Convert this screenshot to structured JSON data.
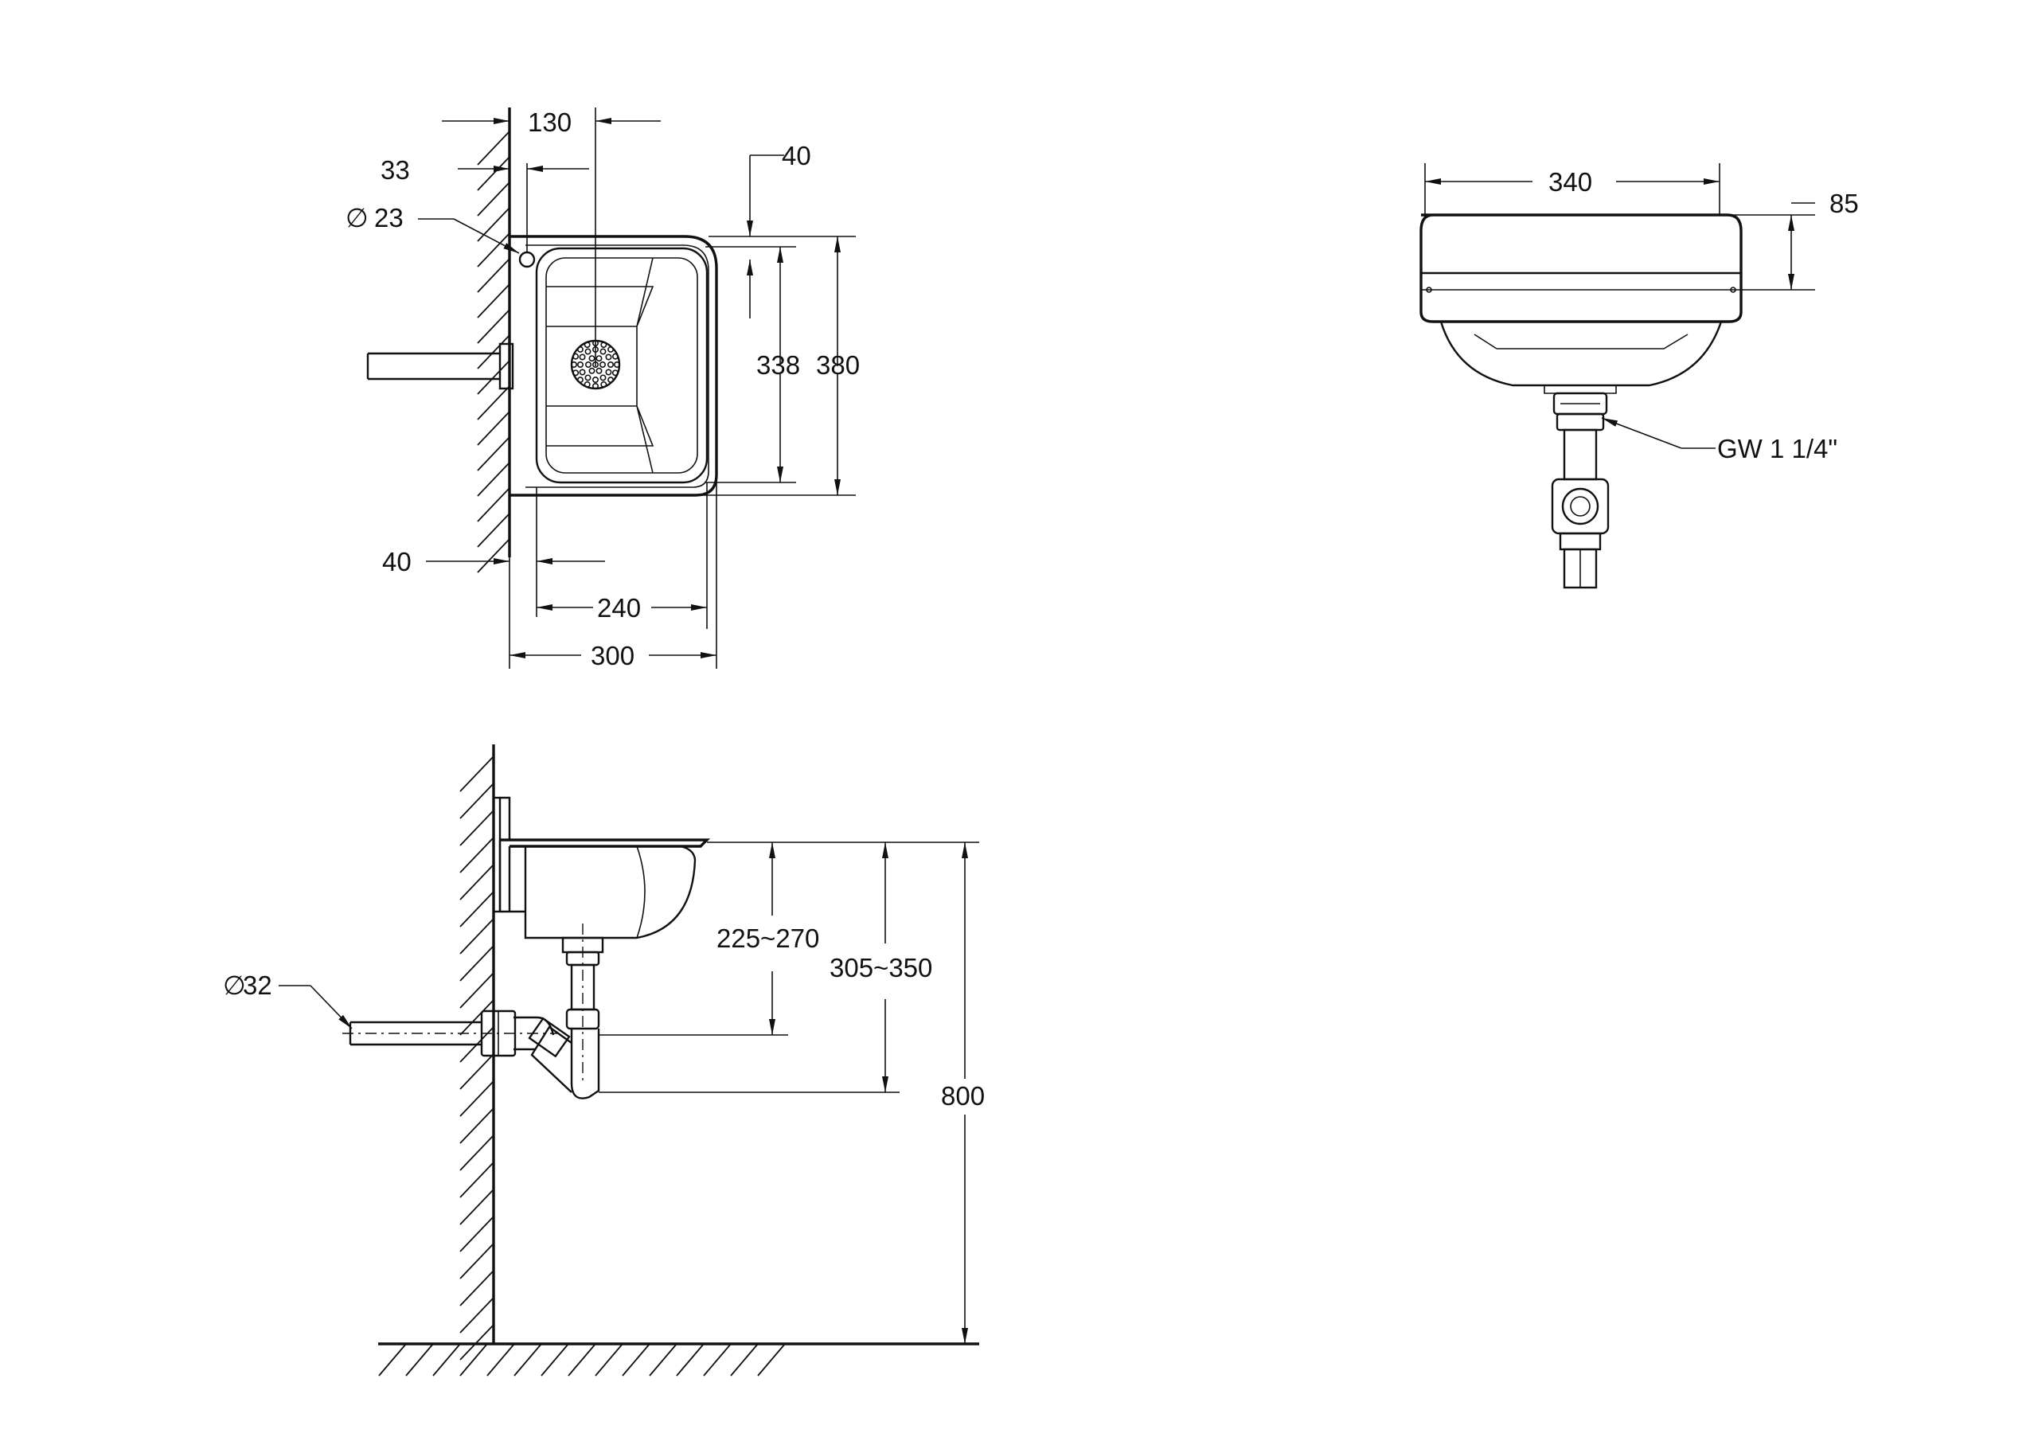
{
  "top_view": {
    "dim_130": "130",
    "dim_33": "33",
    "dim_40_top": "40",
    "dim_dia23": "23",
    "dim_338": "338",
    "dim_380": "380",
    "dim_40_bottom": "40",
    "dim_240": "240",
    "dim_300": "300"
  },
  "front_view": {
    "dim_340": "340",
    "dim_85": "85",
    "waste_thread": "GW 1 1/4\""
  },
  "side_view": {
    "dim_dia32": "32",
    "dim_225_270": "225~270",
    "dim_305_350": "305~350",
    "dim_800": "800"
  },
  "symbols": {
    "diameter": "∅"
  }
}
